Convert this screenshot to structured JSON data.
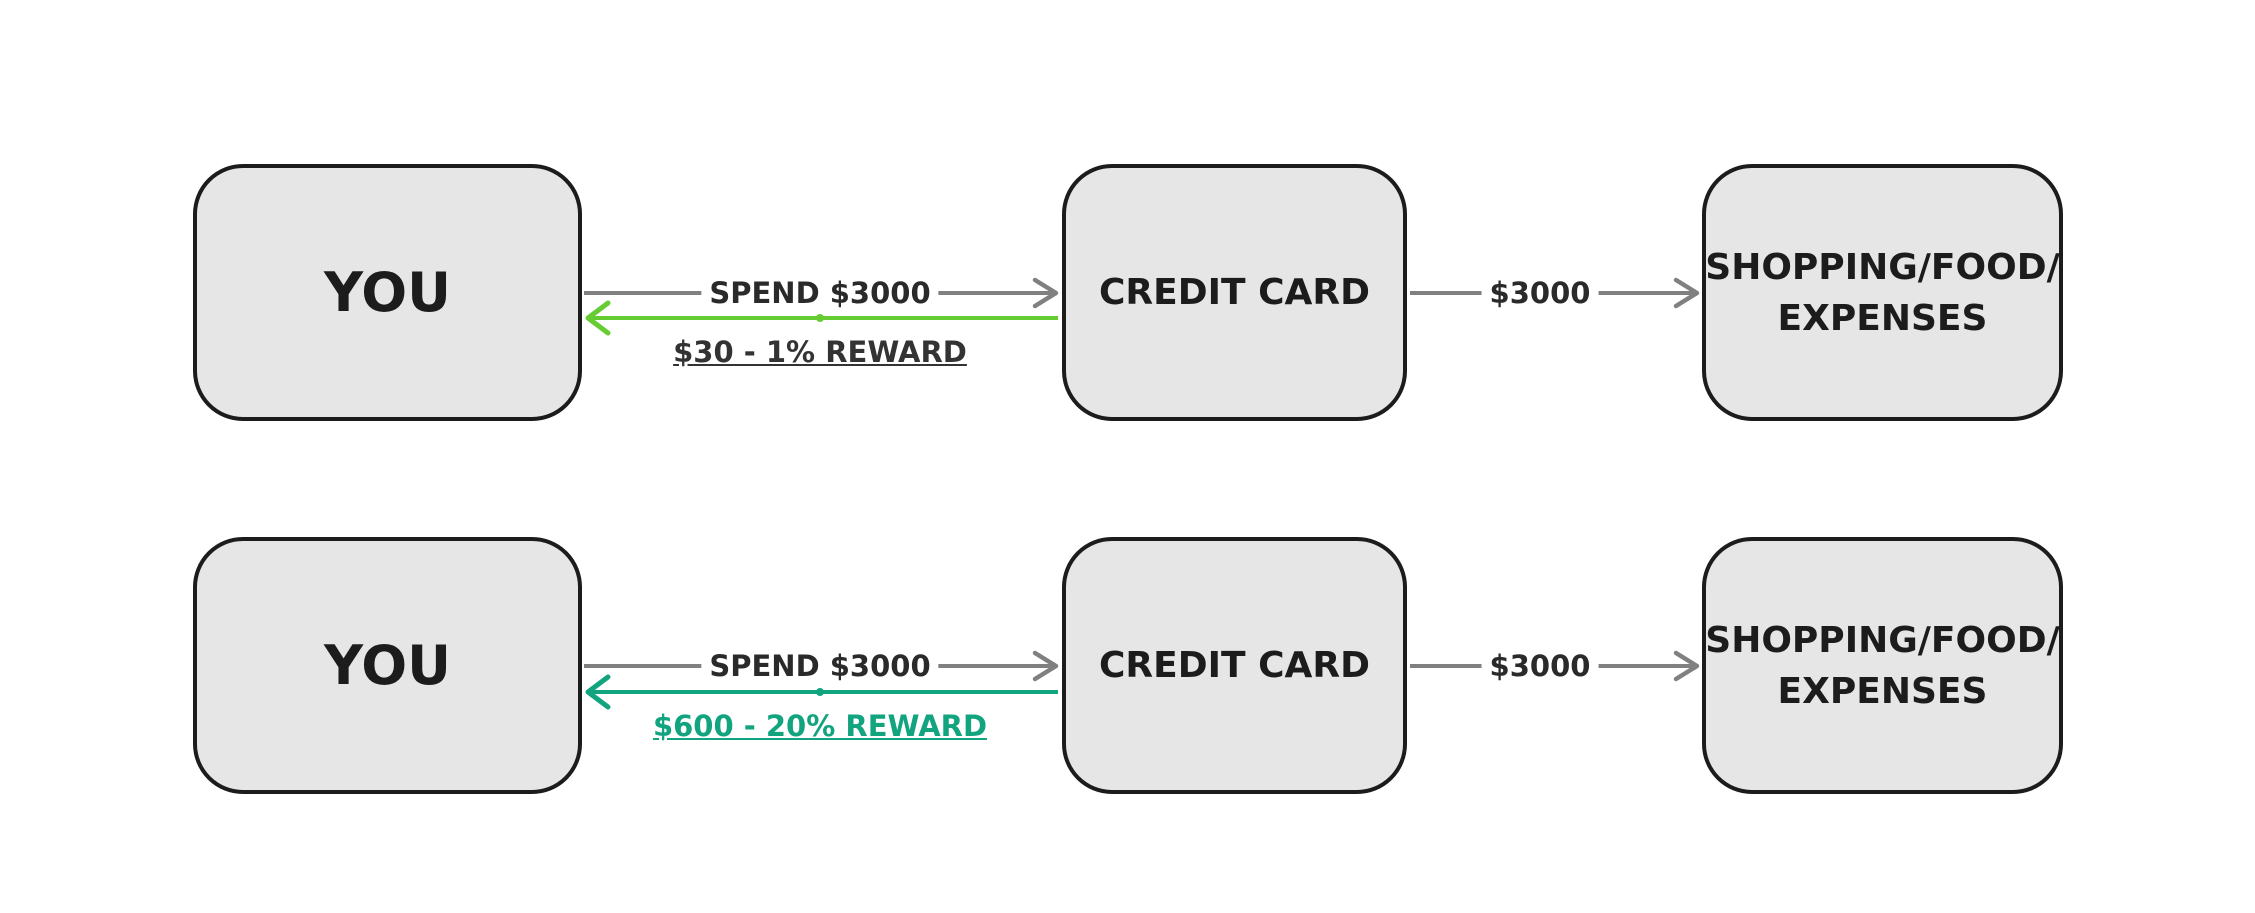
{
  "colors": {
    "box_fill": "#e6e6e6",
    "box_border": "#1c1c1c",
    "arrow_gray": "#808080",
    "reward_light_green": "#66cc33",
    "reward_teal": "#12a37f",
    "reward_text_gray": "#333333"
  },
  "rows": [
    {
      "you_label": "YOU",
      "card_label": "CREDIT CARD",
      "shop_line1": "SHOPPING/FOOD/",
      "shop_line2": "EXPENSES",
      "spend_label": "SPEND $3000",
      "expense_label": "$3000",
      "reward_label": "$30 - 1% REWARD"
    },
    {
      "you_label": "YOU",
      "card_label": "CREDIT CARD",
      "shop_line1": "SHOPPING/FOOD/",
      "shop_line2": "EXPENSES",
      "spend_label": "SPEND $3000",
      "expense_label": "$3000",
      "reward_label": "$600 - 20% REWARD"
    }
  ]
}
